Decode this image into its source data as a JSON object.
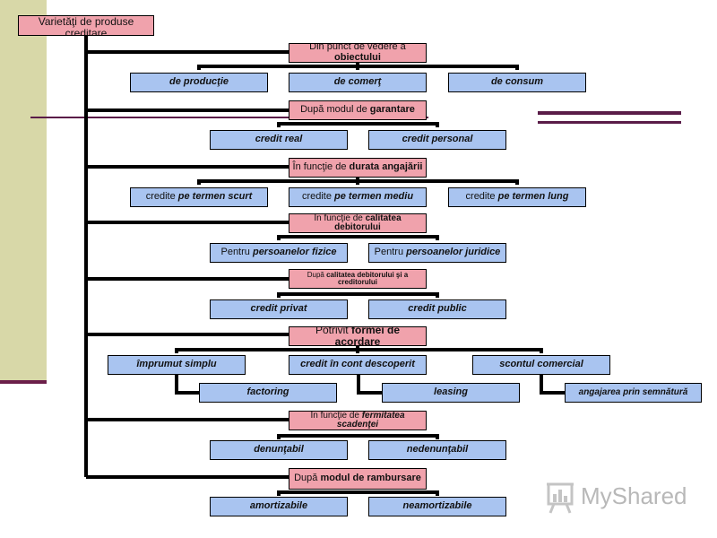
{
  "root": "Varietăţi de produse creditare",
  "groups": {
    "obiect": {
      "title_pre": "Din punct de vedere a",
      "title_bold": "obiectului",
      "items": [
        "de producţie",
        "de comerţ",
        "de consum"
      ]
    },
    "garantare": {
      "title_pre": "După modul de",
      "title_bold": "garantare",
      "items": [
        "credit real",
        "credit personal"
      ]
    },
    "durata": {
      "title_pre": "În funcţie de",
      "title_bold": "durata angajării",
      "items": [
        {
          "pre": "credite",
          "emph": "pe termen scurt"
        },
        {
          "pre": "credite",
          "emph": "pe termen mediu"
        },
        {
          "pre": "credite",
          "emph": "pe termen lung"
        }
      ]
    },
    "calitate": {
      "title_pre": "În funcţie de",
      "title_bold": "calitatea debitorului",
      "items": [
        {
          "pre": "Pentru",
          "emph": "persoanelor fizice"
        },
        {
          "pre": "Pentru",
          "emph": "persoanelor juridice"
        }
      ]
    },
    "debitor_creditor": {
      "title_pre": "După",
      "title_bold": "calitatea debitorului şi a creditorului",
      "items": [
        "credit privat",
        "credit public"
      ]
    },
    "acordare": {
      "title_pre": "Potrivit",
      "title_bold": "formei de acordare",
      "items": [
        "împrumut simplu",
        "credit în cont descoperit",
        "scontul comercial"
      ],
      "subitems": [
        "factoring",
        "leasing",
        "angajarea prin semnătură"
      ]
    },
    "fermitate": {
      "title_pre": "În funcţie de",
      "title_bold": "fermitatea scadenţei",
      "items": [
        "denunţabil",
        "nedenunţabil"
      ]
    },
    "rambursare": {
      "title_pre": "După",
      "title_bold": "modul de rambursare",
      "items": [
        "amortizabile",
        "neamortizabile"
      ]
    }
  },
  "watermark": "MyShared",
  "colors": {
    "category_fill": "#f0a2ac",
    "item_fill": "#a9c4f0",
    "side_band": "#d8d8a8",
    "accent_line": "#5a1c48"
  }
}
